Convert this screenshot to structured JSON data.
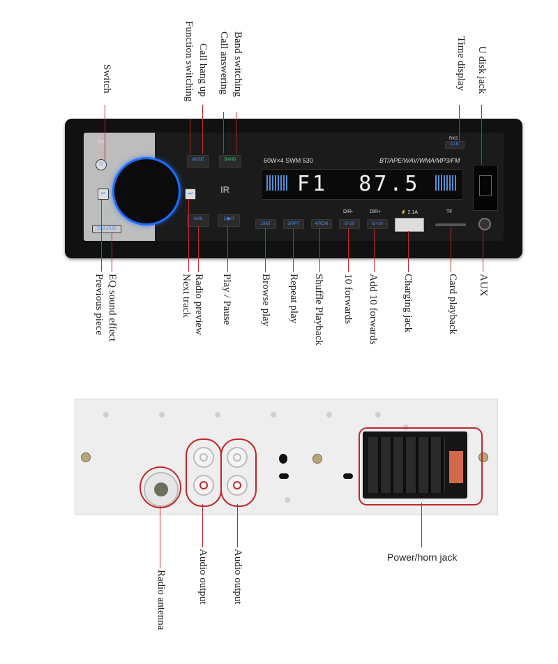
{
  "front_labels": {
    "switch": "Switch",
    "function_switching": "Function switching",
    "call_hang_up": "Call hang up",
    "call_answering": "Call answering",
    "band_switching": "Band switching",
    "time_display": "Time display",
    "u_disk_jack": "U disk jack",
    "previous_piece": "Previous piece",
    "eq_sound_effect": "EQ sound effect",
    "next_track": "Next track",
    "radio_preview": "Radio preview",
    "play_pause": "Play / Pause",
    "browse_play": "Browse play",
    "repeat_play": "Repeat play",
    "shuffle_playback": "Shuffle Playback",
    "ten_forwards": "10 forwards",
    "add_ten_forwards": "Add 10 forwards",
    "charging_jack": "Charging jack",
    "card_playback": "Card playback",
    "aux": "AUX"
  },
  "device": {
    "power_model": "60W×4   SWM 530",
    "formats": "BT/APE/WAV/WMA/MP3/FM",
    "display": "F1  87.5",
    "mic": "MIC",
    "rks": "RKS",
    "clk": "CLK",
    "mode": "MODE",
    "band": "BAND",
    "ams": "AMS",
    "play": "1/▶II",
    "eq": "EQ/LOUD",
    "buttons": [
      "2/INT",
      "3/RPT",
      "4/RDM",
      "5/-10",
      "6/+10"
    ],
    "dir_minus": "DIR-",
    "dir_plus": "DIR+",
    "usb_current": "⚡ 2.1A",
    "tf": "TF",
    "ir": "IR"
  },
  "rear_labels": {
    "radio_antenna": "Radio antenna",
    "audio_output_1": "Audio output",
    "audio_output_2": "Audio output",
    "power_horn_jack": "Power/horn jack"
  },
  "accent_color": "#c0282d"
}
